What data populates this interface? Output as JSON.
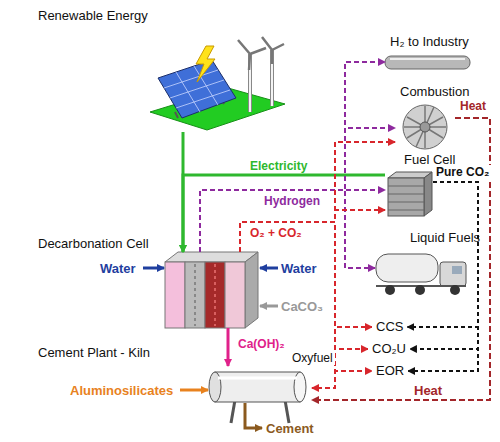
{
  "diagram": {
    "nodes": [
      {
        "text": [
          "Renewable Energy"
        ]
      },
      {
        "text": [
          "Decarbonation Cell"
        ]
      },
      {
        "text": [
          "Cement Plant - Kiln"
        ]
      },
      {
        "text": [
          "H₂ to Industry"
        ]
      },
      {
        "text": [
          "Combustion"
        ]
      },
      {
        "text": [
          "Fuel Cell"
        ]
      },
      {
        "text": [
          "Liquid Fuels"
        ]
      },
      {
        "text": [
          "CCS"
        ]
      },
      {
        "text": [
          "CO₂U"
        ]
      },
      {
        "text": [
          "EOR"
        ]
      }
    ],
    "edges": [
      {
        "from": 0,
        "to": 1,
        "arrow": "to"
      },
      {
        "from": 5,
        "to": 1,
        "label": "Electricity",
        "arrow": "to"
      },
      {
        "from": 1,
        "to": 3,
        "arrow": "to"
      },
      {
        "from": 1,
        "to": 4,
        "arrow": "to"
      },
      {
        "from": 1,
        "to": 5,
        "label": "Hydrogen",
        "arrow": "to"
      },
      {
        "from": 1,
        "to": 6,
        "arrow": "to"
      },
      {
        "from": 1,
        "to": 4,
        "label": "O₂ + CO₂",
        "arrow": "to"
      },
      {
        "from": 1,
        "to": 5,
        "arrow": "to"
      },
      {
        "from": 1,
        "to": 7,
        "arrow": "to"
      },
      {
        "from": 1,
        "to": 8,
        "arrow": "to"
      },
      {
        "from": 1,
        "to": 9,
        "arrow": "to"
      },
      {
        "from": 1,
        "to": 2,
        "label": "Oxyfuel",
        "arrow": "to"
      },
      {
        "from": 1,
        "to": 2,
        "label": "Ca(OH)₂",
        "arrow": "to"
      },
      {
        "from": 5,
        "to": 7,
        "label": "Pure CO₂",
        "arrow": "to"
      },
      {
        "from": 5,
        "to": 8,
        "arrow": "to"
      },
      {
        "from": 5,
        "to": 9,
        "arrow": "to"
      },
      {
        "from": 4,
        "to": 2,
        "label": "Heat",
        "arrow": "to"
      }
    ],
    "labels": [
      "Water",
      "Water",
      "CaCO₃",
      "Aluminosilicates",
      "Cement",
      "Heat"
    ]
  }
}
